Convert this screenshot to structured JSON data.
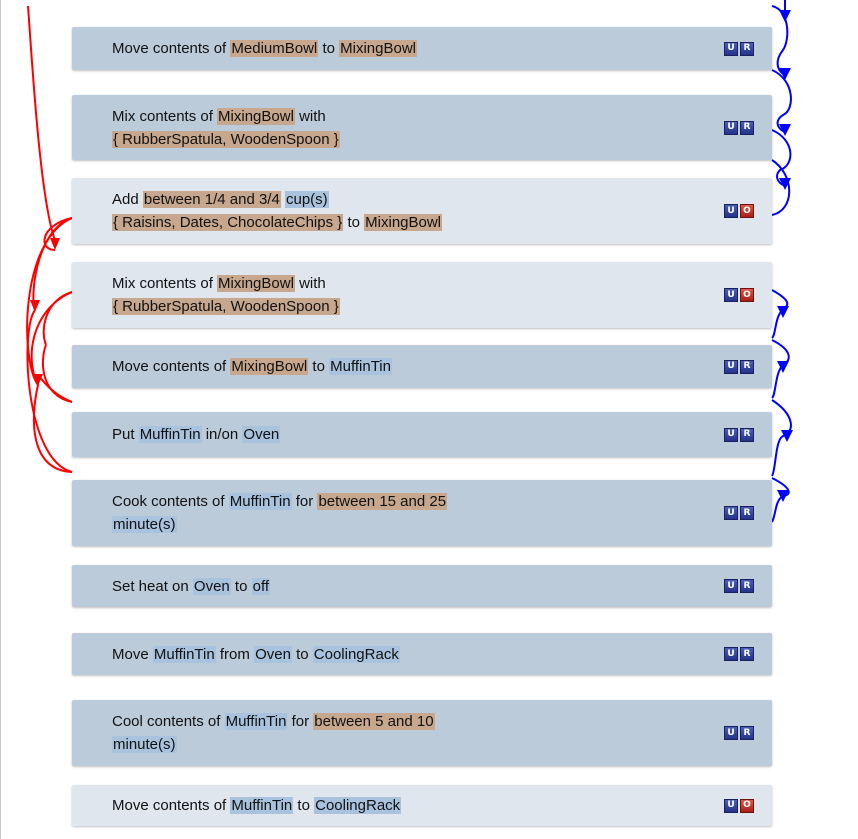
{
  "steps": [
    {
      "shade": "dark",
      "lines": [
        [
          {
            "t": "Move contents of "
          },
          {
            "t": "MediumBowl",
            "c": "brown"
          },
          {
            "t": " to "
          },
          {
            "t": "MixingBowl",
            "c": "brown"
          }
        ]
      ],
      "buttons": [
        "U",
        "R"
      ]
    },
    {
      "shade": "dark",
      "lines": [
        [
          {
            "t": "Mix contents of "
          },
          {
            "t": "MixingBowl",
            "c": "brown"
          },
          {
            "t": " with"
          }
        ],
        [
          {
            "t": "{ RubberSpatula, WoodenSpoon }",
            "c": "brown"
          }
        ]
      ],
      "buttons": [
        "U",
        "R"
      ]
    },
    {
      "shade": "light",
      "lines": [
        [
          {
            "t": "Add "
          },
          {
            "t": "between 1/4 and 3/4",
            "c": "brown"
          },
          {
            "t": " "
          },
          {
            "t": "cup(s)",
            "c": "blue"
          }
        ],
        [
          {
            "t": "{ Raisins, Dates, ChocolateChips }",
            "c": "brown"
          },
          {
            "t": " to "
          },
          {
            "t": "MixingBowl",
            "c": "brown"
          }
        ]
      ],
      "buttons": [
        "U",
        "O"
      ]
    },
    {
      "shade": "light",
      "lines": [
        [
          {
            "t": "Mix contents of "
          },
          {
            "t": "MixingBowl",
            "c": "brown"
          },
          {
            "t": " with"
          }
        ],
        [
          {
            "t": "{ RubberSpatula, WoodenSpoon }",
            "c": "brown"
          }
        ]
      ],
      "buttons": [
        "U",
        "O"
      ]
    },
    {
      "shade": "dark",
      "lines": [
        [
          {
            "t": "Move contents of "
          },
          {
            "t": "MixingBowl",
            "c": "brown"
          },
          {
            "t": " to "
          },
          {
            "t": "MuffinTin",
            "c": "blue"
          }
        ]
      ],
      "buttons": [
        "U",
        "R"
      ]
    },
    {
      "shade": "dark",
      "lines": [
        [
          {
            "t": "Put "
          },
          {
            "t": "MuffinTin",
            "c": "blue"
          },
          {
            "t": " in/on "
          },
          {
            "t": "Oven",
            "c": "blue"
          }
        ]
      ],
      "buttons": [
        "U",
        "R"
      ]
    },
    {
      "shade": "dark",
      "lines": [
        [
          {
            "t": "Cook contents of "
          },
          {
            "t": "MuffinTin",
            "c": "blue"
          },
          {
            "t": " for "
          },
          {
            "t": "between 15 and 25",
            "c": "brown"
          }
        ],
        [
          {
            "t": "minute(s)",
            "c": "blue"
          }
        ]
      ],
      "buttons": [
        "U",
        "R"
      ]
    },
    {
      "shade": "dark",
      "lines": [
        [
          {
            "t": "Set heat on "
          },
          {
            "t": "Oven",
            "c": "blue"
          },
          {
            "t": " to "
          },
          {
            "t": "off",
            "c": "blue"
          }
        ]
      ],
      "buttons": [
        "U",
        "R"
      ]
    },
    {
      "shade": "dark",
      "lines": [
        [
          {
            "t": "Move "
          },
          {
            "t": "MuffinTin",
            "c": "blue"
          },
          {
            "t": " from "
          },
          {
            "t": "Oven",
            "c": "blue"
          },
          {
            "t": " to "
          },
          {
            "t": "CoolingRack",
            "c": "blue"
          }
        ]
      ],
      "buttons": [
        "U",
        "R"
      ]
    },
    {
      "shade": "dark",
      "lines": [
        [
          {
            "t": "Cool contents of "
          },
          {
            "t": "MuffinTin",
            "c": "blue"
          },
          {
            "t": " for "
          },
          {
            "t": "between 5 and 10",
            "c": "brown"
          }
        ],
        [
          {
            "t": "minute(s)",
            "c": "blue"
          }
        ]
      ],
      "buttons": [
        "U",
        "R"
      ]
    },
    {
      "shade": "light",
      "lines": [
        [
          {
            "t": "Move contents of "
          },
          {
            "t": "MuffinTin",
            "c": "blue"
          },
          {
            "t": " to "
          },
          {
            "t": "CoolingRack",
            "c": "blue"
          }
        ]
      ],
      "buttons": [
        "U",
        "O"
      ]
    }
  ],
  "colors": {
    "step_dark": "#bccbda",
    "step_light": "#dfe6ed",
    "token_brown": "#c7a88f",
    "token_blue": "#a9c3df",
    "arrow_red": "#ff0000",
    "arrow_blue": "#0000ff"
  },
  "icons": {
    "dependency_arrows": "curved-arrow-icon"
  }
}
